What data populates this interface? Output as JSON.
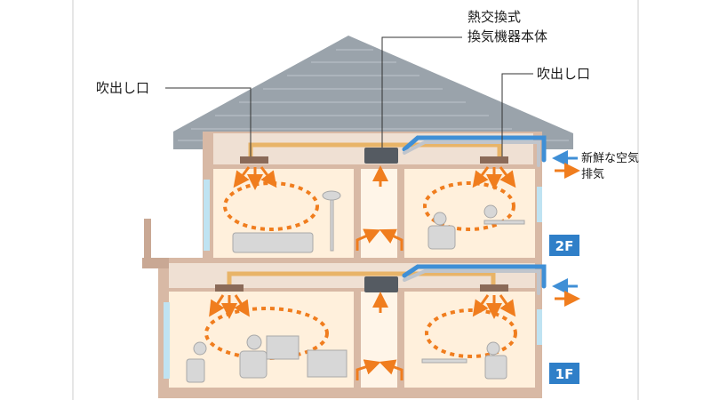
{
  "labels": {
    "outlet_left": "吹出し口",
    "outlet_right": "吹出し口",
    "unit_line1": "熱交換式",
    "unit_line2": "換気機器本体",
    "fresh_air": "新鮮な空気",
    "exhaust": "排気",
    "floor_2": "2F",
    "floor_1": "1F"
  },
  "colors": {
    "roof": "#9aa3ab",
    "wall": "#d8b9a5",
    "room": "#fff0dc",
    "airflow": "#f07d1e",
    "supply_duct": "#e8b468",
    "fresh_duct": "#3f8fd6",
    "floor_tag": "#2f7fc8"
  }
}
